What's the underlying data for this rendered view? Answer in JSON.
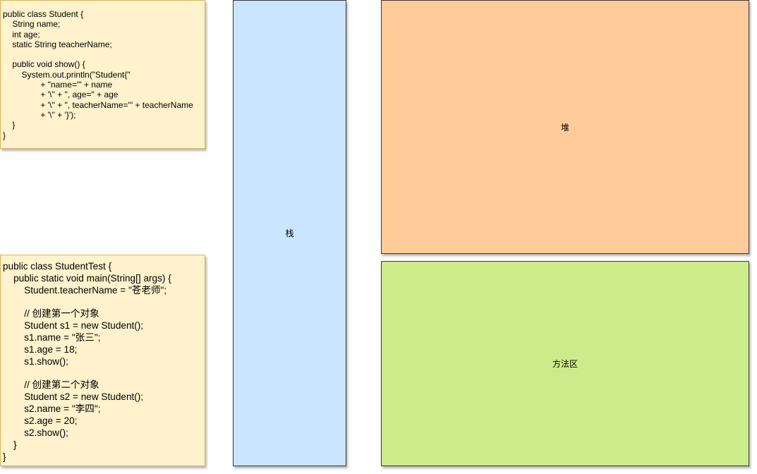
{
  "colors": {
    "note_fill": "#fff2cc",
    "note_border": "#d6b656",
    "stack_fill": "#cce5ff",
    "heap_fill": "#ffcc99",
    "method_area_fill": "#cdeb8b"
  },
  "student_class_code": [
    "public class Student {",
    "    String name;",
    "    int age;",
    "    static String teacherName;",
    "",
    "    public void show() {",
    "        System.out.println(\"Student{\"",
    "                + \"name='\" + name",
    "                + '\\'' + \", age=\" + age",
    "                + '\\'' + \", teacherName='\" + teacherName",
    "                + '\\'' + '}');",
    "    }",
    "}"
  ],
  "student_test_code": [
    "public class StudentTest {",
    "    public static void main(String[] args) {",
    "        Student.teacherName = \"苍老师\";",
    "",
    "        // 创建第一个对象",
    "        Student s1 = new Student();",
    "        s1.name = \"张三\";",
    "        s1.age = 18;",
    "        s1.show();",
    "",
    "        // 创建第二个对象",
    "        Student s2 = new Student();",
    "        s2.name = \"李四\";",
    "        s2.age = 20;",
    "        s2.show();",
    "    }",
    "}"
  ],
  "regions": {
    "stack": "栈",
    "heap": "堆",
    "method_area": "方法区"
  }
}
